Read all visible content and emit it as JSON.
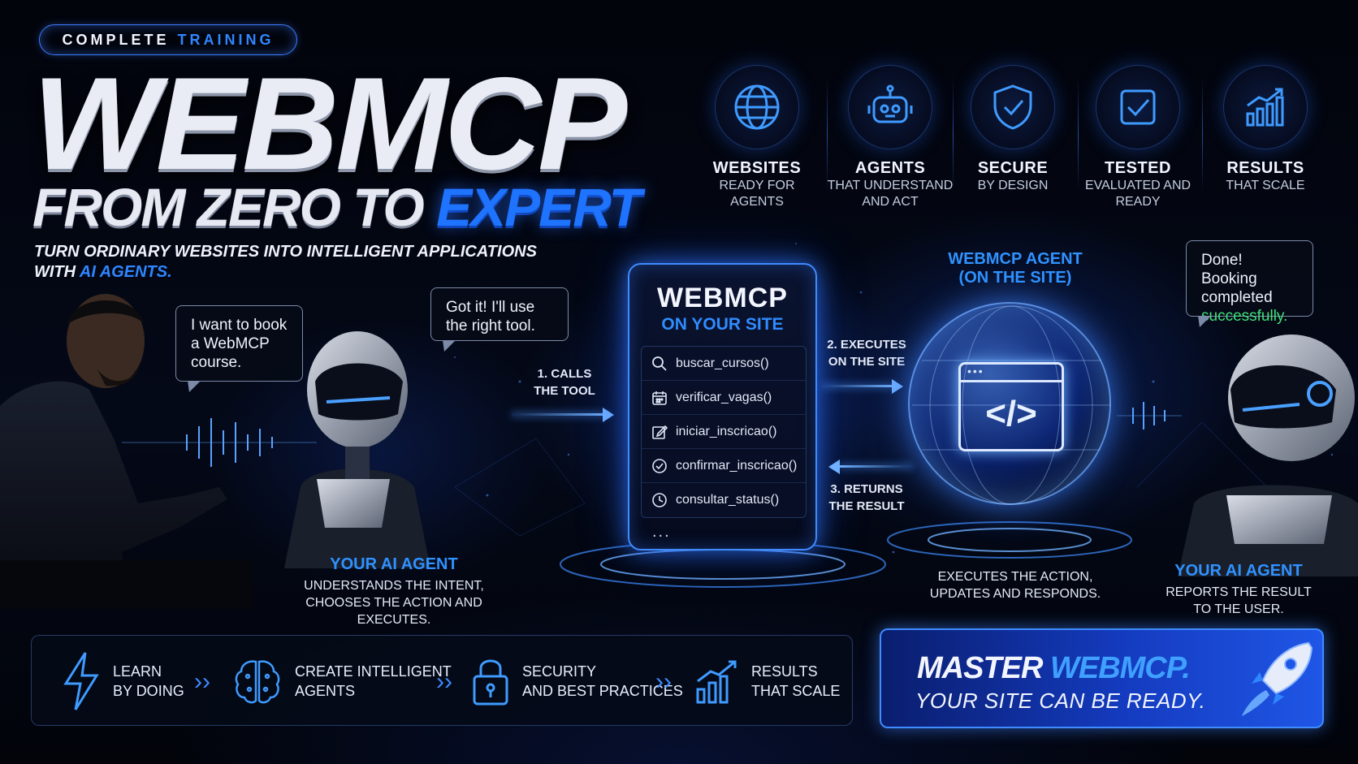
{
  "badge": {
    "word1": "COMPLETE",
    "word2": "TRAINING"
  },
  "hero": {
    "title": "WEBMCP",
    "sub1": "FROM ZERO TO",
    "sub2": "EXPERT"
  },
  "tagline": {
    "line1": "TURN ORDINARY WEBSITES INTO INTELLIGENT APPLICATIONS",
    "line2_pre": "WITH ",
    "line2_hl": "AI AGENTS."
  },
  "features": [
    {
      "title": "WEBSITES",
      "l1": "READY FOR",
      "l2": "AGENTS",
      "icon": "globe-icon"
    },
    {
      "title": "AGENTS",
      "l1": "THAT UNDERSTAND",
      "l2": "AND ACT",
      "icon": "robot-icon"
    },
    {
      "title": "SECURE",
      "l1": "BY DESIGN",
      "l2": "",
      "icon": "shield-check-icon"
    },
    {
      "title": "TESTED",
      "l1": "EVALUATED AND",
      "l2": "READY",
      "icon": "checkbox-icon"
    },
    {
      "title": "RESULTS",
      "l1": "THAT SCALE",
      "l2": "",
      "icon": "chart-growth-icon"
    }
  ],
  "bubbles": {
    "user": {
      "l1": "I want to book",
      "l2": "a WebMCP",
      "l3": "course."
    },
    "agent": {
      "l1": "Got it! I'll use",
      "l2": "the right tool."
    },
    "done": {
      "l1": "Done! Booking",
      "l2": "completed",
      "l3": "successfully."
    }
  },
  "agent_left": {
    "title": "YOUR AI AGENT",
    "l1": "UNDERSTANDS THE INTENT,",
    "l2": "CHOOSES THE ACTION AND EXECUTES."
  },
  "steps": {
    "s1": {
      "l1": "1. CALLS",
      "l2": "THE TOOL"
    },
    "s2": {
      "l1": "2. EXECUTES",
      "l2": "ON THE SITE"
    },
    "s3": {
      "l1": "3. RETURNS",
      "l2": "THE RESULT"
    }
  },
  "panel": {
    "title": "WEBMCP",
    "subtitle": "ON YOUR SITE",
    "tools": [
      {
        "name": "buscar_cursos()",
        "icon": "search-icon"
      },
      {
        "name": "verificar_vagas()",
        "icon": "calendar-icon"
      },
      {
        "name": "iniciar_inscricao()",
        "icon": "edit-icon"
      },
      {
        "name": "confirmar_inscricao()",
        "icon": "check-circle-icon"
      },
      {
        "name": "consultar_status()",
        "icon": "clock-icon"
      }
    ],
    "more": "..."
  },
  "site_agent": {
    "l1": "WEBMCP AGENT",
    "l2": "(ON THE SITE)",
    "d1": "EXECUTES THE ACTION,",
    "d2": "UPDATES AND RESPONDS."
  },
  "agent_right": {
    "title": "YOUR AI AGENT",
    "l1": "REPORTS THE RESULT",
    "l2": "TO THE USER."
  },
  "bottom": [
    {
      "l1": "LEARN",
      "l2": "BY DOING",
      "icon": "lightning-icon"
    },
    {
      "l1": "CREATE INTELLIGENT",
      "l2": "AGENTS",
      "icon": "brain-icon"
    },
    {
      "l1": "SECURITY",
      "l2": "AND BEST PRACTICES",
      "icon": "lock-icon"
    },
    {
      "l1": "RESULTS",
      "l2": "THAT SCALE",
      "icon": "chart-growth-icon"
    }
  ],
  "cta": {
    "pre": "MASTER ",
    "hl": "WEBMCP.",
    "line2": "YOUR SITE CAN BE READY."
  },
  "colors": {
    "accent": "#2f86ff",
    "success": "#3fe07a",
    "background": "#03050d"
  }
}
